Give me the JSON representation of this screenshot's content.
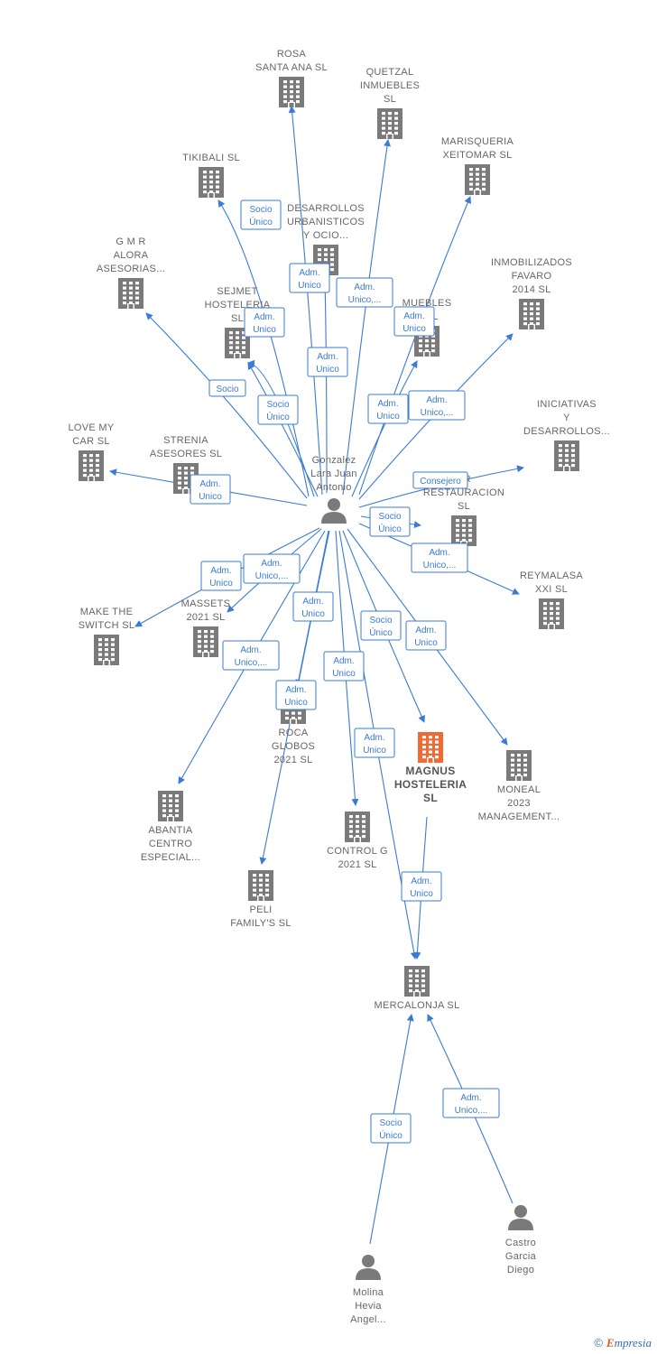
{
  "colors": {
    "edge": "#3a7bd5",
    "company": "#7a7a7a",
    "company_highlight": "#f06a35",
    "person": "#7a7a7a",
    "label": "#666666"
  },
  "nodes": [
    {
      "id": "rosa",
      "kind": "company",
      "icon": "building-icon",
      "lines": [
        "ROSA",
        "SANTA ANA  SL"
      ]
    },
    {
      "id": "quetzal",
      "kind": "company",
      "icon": "building-icon",
      "lines": [
        "QUETZAL",
        "INMUEBLES",
        "SL"
      ]
    },
    {
      "id": "marisqueria",
      "kind": "company",
      "icon": "building-icon",
      "lines": [
        "MARISQUERIA",
        "XEITOMAR  SL"
      ]
    },
    {
      "id": "tikibali",
      "kind": "company",
      "icon": "building-icon",
      "lines": [
        "TIKIBALI  SL"
      ]
    },
    {
      "id": "desarrollos_urb",
      "kind": "company",
      "icon": "building-icon",
      "lines": [
        "DESARROLLOS",
        "URBANISTICOS",
        "Y OCIO..."
      ]
    },
    {
      "id": "gmr",
      "kind": "company",
      "icon": "building-icon",
      "lines": [
        "G M R",
        "ALORA",
        "ASESORIAS..."
      ]
    },
    {
      "id": "inmobilizados",
      "kind": "company",
      "icon": "building-icon",
      "lines": [
        "INMOBILIZADOS",
        "FAVARO",
        "2014  SL"
      ]
    },
    {
      "id": "sejmet",
      "kind": "company",
      "icon": "building-icon",
      "lines": [
        "SEJMET",
        "HOSTELERIA",
        "SL"
      ]
    },
    {
      "id": "muebles",
      "kind": "company",
      "icon": "building-icon",
      "lines": [
        "MUEBLES",
        "N  SL"
      ]
    },
    {
      "id": "iniciativas",
      "kind": "company",
      "icon": "building-icon",
      "lines": [
        "INICIATIVAS",
        "Y",
        "DESARROLLOS..."
      ]
    },
    {
      "id": "lovemycar",
      "kind": "company",
      "icon": "building-icon",
      "lines": [
        "LOVE MY",
        "CAR  SL"
      ]
    },
    {
      "id": "strenia",
      "kind": "company",
      "icon": "building-icon",
      "lines": [
        "STRENIA",
        "ASESORES  SL"
      ]
    },
    {
      "id": "restauracion",
      "kind": "company",
      "icon": "building-icon",
      "lines": [
        "AR",
        "RESTAURACION",
        "SL"
      ]
    },
    {
      "id": "reymalasa",
      "kind": "company",
      "icon": "building-icon",
      "lines": [
        "REYMALASA",
        "XXI SL"
      ]
    },
    {
      "id": "makeswitch",
      "kind": "company",
      "icon": "building-icon",
      "lines": [
        "MAKE THE",
        "SWITCH  SL"
      ]
    },
    {
      "id": "massets",
      "kind": "company",
      "icon": "building-icon",
      "lines": [
        "MASSETS",
        "2021  SL"
      ]
    },
    {
      "id": "roca",
      "kind": "company",
      "icon": "building-icon",
      "lines": [
        "ROCA",
        "GLOBOS",
        "2021  SL"
      ]
    },
    {
      "id": "magnus",
      "kind": "company",
      "icon": "building-icon",
      "highlight": true,
      "lines": [
        "MAGNUS",
        "HOSTELERIA",
        "SL"
      ]
    },
    {
      "id": "moneal",
      "kind": "company",
      "icon": "building-icon",
      "lines": [
        "MONEAL",
        "2023",
        "MANAGEMENT..."
      ]
    },
    {
      "id": "abantia",
      "kind": "company",
      "icon": "building-icon",
      "lines": [
        "ABANTIA",
        "CENTRO",
        "ESPECIAL..."
      ]
    },
    {
      "id": "controlg",
      "kind": "company",
      "icon": "building-icon",
      "lines": [
        "CONTROL G",
        "2021  SL"
      ]
    },
    {
      "id": "peli",
      "kind": "company",
      "icon": "building-icon",
      "lines": [
        "PELI",
        "FAMILY'S SL"
      ]
    },
    {
      "id": "mercalonja",
      "kind": "company",
      "icon": "building-icon",
      "lines": [
        "MERCALONJA SL"
      ]
    },
    {
      "id": "gonzalez",
      "kind": "person",
      "icon": "person-icon",
      "lines": [
        "Gonzalez",
        "Lara Juan",
        "Antonio"
      ]
    },
    {
      "id": "molina",
      "kind": "person",
      "icon": "person-icon",
      "lines": [
        "Molina",
        "Hevia",
        "Angel..."
      ]
    },
    {
      "id": "castro",
      "kind": "person",
      "icon": "person-icon",
      "lines": [
        "Castro",
        "Garcia",
        "Diego"
      ]
    }
  ],
  "edges": [
    {
      "from": "gonzalez",
      "to": "rosa",
      "label": [
        "Adm.",
        "Unico"
      ]
    },
    {
      "from": "gonzalez",
      "to": "quetzal",
      "label": [
        "Adm.",
        "Unico,..."
      ]
    },
    {
      "from": "gonzalez",
      "to": "marisqueria",
      "label": [
        "Adm.",
        "Unico"
      ]
    },
    {
      "from": "gonzalez",
      "to": "tikibali",
      "label": [
        "Socio",
        "Único"
      ]
    },
    {
      "from": "gonzalez",
      "to": "desarrollos_urb",
      "label": [
        "Adm.",
        "Unico"
      ]
    },
    {
      "from": "gonzalez",
      "to": "gmr",
      "label": [
        "Socio"
      ]
    },
    {
      "from": "gonzalez",
      "to": "inmobilizados",
      "label": [
        "Adm.",
        "Unico,..."
      ]
    },
    {
      "from": "gonzalez",
      "to": "sejmet",
      "label": [
        "Adm.",
        "Unico"
      ]
    },
    {
      "from": "gonzalez",
      "to": "sejmet",
      "label": [
        "Socio",
        "Único"
      ]
    },
    {
      "from": "gonzalez",
      "to": "muebles",
      "label": [
        "Adm.",
        "Unico"
      ]
    },
    {
      "from": "gonzalez",
      "to": "iniciativas",
      "label": [
        "Consejero"
      ]
    },
    {
      "from": "gonzalez",
      "to": "lovemycar",
      "label": [
        "Adm.",
        "Unico"
      ]
    },
    {
      "from": "gonzalez",
      "to": "strenia",
      "label": [
        "Socio",
        "Único"
      ]
    },
    {
      "from": "gonzalez",
      "to": "restauracion",
      "label": [
        "Adm.",
        "Unico,..."
      ]
    },
    {
      "from": "gonzalez",
      "to": "reymalasa",
      "label": [
        "Adm.",
        "Unico"
      ]
    },
    {
      "from": "gonzalez",
      "to": "makeswitch",
      "label": [
        "Adm.",
        "Unico,..."
      ]
    },
    {
      "from": "gonzalez",
      "to": "massets",
      "label": [
        "Adm.",
        "Unico"
      ]
    },
    {
      "from": "gonzalez",
      "to": "roca",
      "label": [
        "Socio",
        "Único"
      ]
    },
    {
      "from": "gonzalez",
      "to": "magnus",
      "label": [
        "Adm.",
        "Unico"
      ]
    },
    {
      "from": "gonzalez",
      "to": "moneal",
      "label": [
        "Adm.",
        "Unico,..."
      ]
    },
    {
      "from": "gonzalez",
      "to": "abantia",
      "label": [
        "Adm.",
        "Unico"
      ]
    },
    {
      "from": "gonzalez",
      "to": "controlg",
      "label": [
        "Adm.",
        "Unico"
      ]
    },
    {
      "from": "gonzalez",
      "to": "peli",
      "label": [
        "Adm.",
        "Unico"
      ]
    },
    {
      "from": "gonzalez",
      "to": "mercalonja",
      "label": [
        "Adm.",
        "Unico"
      ]
    },
    {
      "from": "magnus",
      "to": "mercalonja",
      "label": [
        "Socio",
        "Único"
      ]
    },
    {
      "from": "molina",
      "to": "mercalonja",
      "label": [
        "Adm.",
        "Unico,..."
      ]
    },
    {
      "from": "castro",
      "to": "mercalonja",
      "label": [
        "Socio",
        "Único"
      ]
    }
  ],
  "footer": {
    "copyright": "©",
    "brand_initial": "E",
    "brand_rest": "mpresia"
  }
}
